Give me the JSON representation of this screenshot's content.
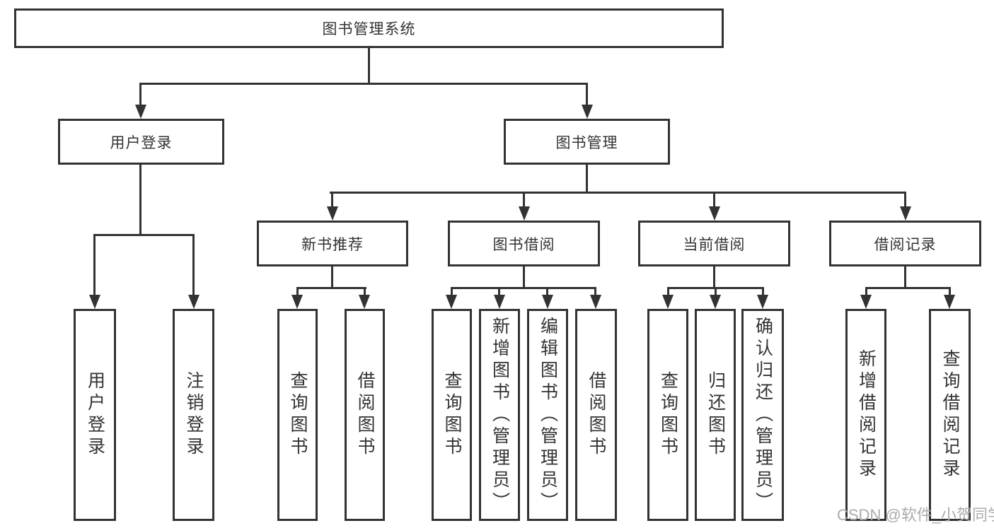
{
  "nodes": {
    "root": "图书管理系统",
    "level2": [
      "用户登录",
      "图书管理"
    ],
    "level3": [
      "新书推荐",
      "图书借阅",
      "当前借阅",
      "借阅记录"
    ],
    "leaves_user": [
      "用户登录",
      "注销登录"
    ],
    "leaves_newbook": [
      "查询图书",
      "借阅图书"
    ],
    "leaves_borrow": [
      "查询图书",
      "新增图书（管理员）",
      "编辑图书（管理员）",
      "借阅图书"
    ],
    "leaves_current": [
      "查询图书",
      "归还图书",
      "确认归还（管理员）"
    ],
    "leaves_records": [
      "新增借阅记录",
      "查询借阅记录"
    ]
  },
  "watermark": "CSDN @软件_小贺同学",
  "colors": {
    "line": "#333333",
    "box_border": "#333333",
    "text": "#333333",
    "watermark": "#ababab",
    "background": "#ffffff"
  }
}
